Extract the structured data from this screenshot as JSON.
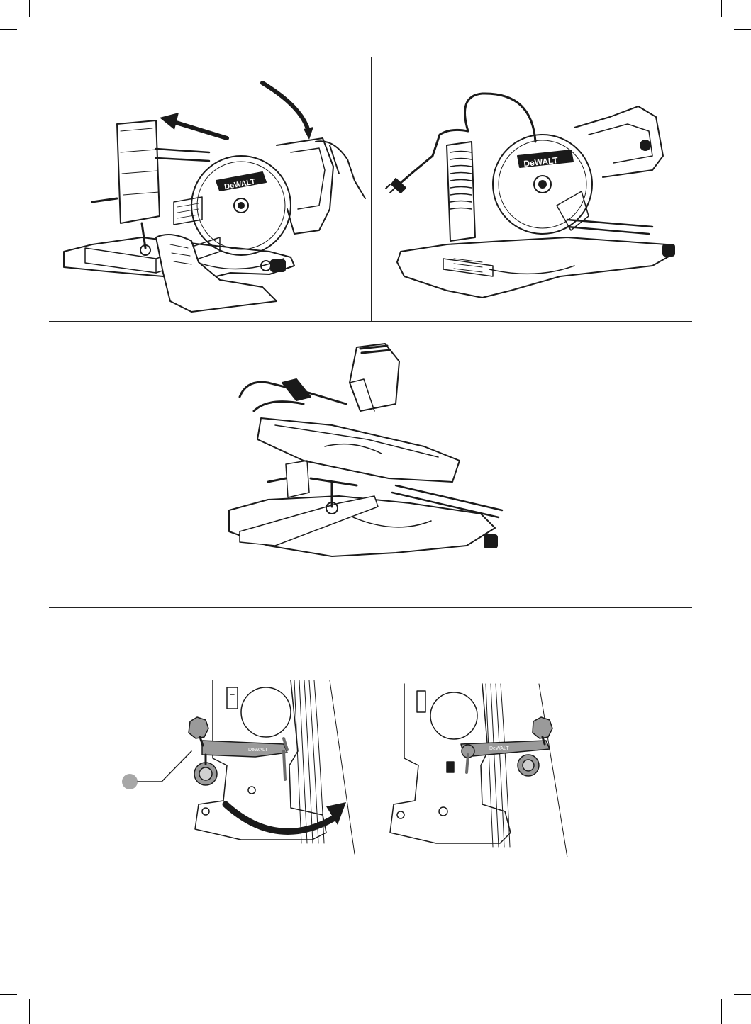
{
  "brand": {
    "logo_text": "DeWALT"
  },
  "figures": [
    {
      "id": "top-left",
      "description_icons": [
        "arrow-icon",
        "curved-arrow-icon",
        "hand-icon"
      ]
    },
    {
      "id": "top-right",
      "description_icons": [
        "power-cord-icon"
      ]
    },
    {
      "id": "middle",
      "description_icons": []
    },
    {
      "id": "bottom",
      "callout_label": ""
    }
  ],
  "colors": {
    "line": "#222222",
    "callout": "#a7a7a7",
    "bar": "#9a9a9a"
  }
}
